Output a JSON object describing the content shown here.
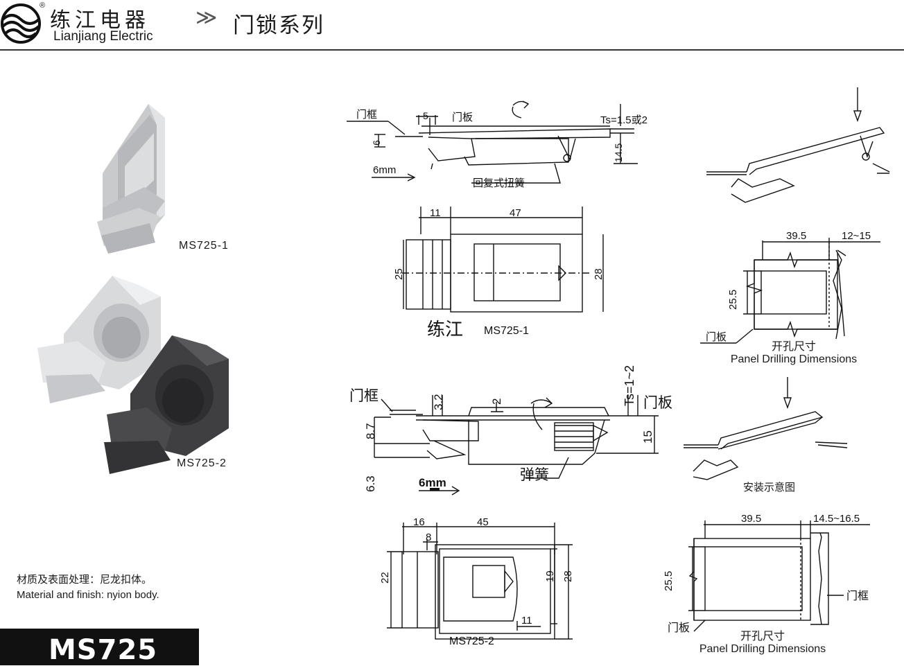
{
  "header": {
    "brand_cn": "练江电器",
    "brand_en": "Lianjiang Electric",
    "registered_mark": "®",
    "breadcrumb_arrow": "≫",
    "series_title": "门锁系列"
  },
  "products": {
    "ms725_1_caption": "MS725-1",
    "ms725_2_caption": "MS725-2"
  },
  "material": {
    "cn": "材质及表面处理：尼龙扣体。",
    "en": "Material and finish: nyion body."
  },
  "model_tab": "MS725",
  "colors": {
    "light_part": "#d6d7d9",
    "dark_part": "#3b3b3d",
    "ink": "#1a1a1a"
  },
  "drawing1_side": {
    "door_frame": "门框",
    "door_panel": "门板",
    "dim_5": "5",
    "dim_6": "6",
    "dim_14_5": "14.5",
    "thickness": "Ts=1.5或2",
    "travel": "6mm",
    "spring": "回复式扭簧"
  },
  "drawing1_top": {
    "dim_11": "11",
    "dim_47": "47",
    "dim_25": "25",
    "dim_28": "28",
    "watermark": "练江",
    "model": "MS725-1"
  },
  "drawing1_panel": {
    "dim_39_5": "39.5",
    "dim_12_15": "12~15",
    "dim_25_5": "25.5",
    "door_panel": "门板",
    "caption_cn": "开孔尺寸",
    "caption_en": "Panel Drilling Dimensions"
  },
  "drawing2_side": {
    "door_frame": "门框",
    "door_panel": "门板",
    "dim_3_2": "3.2",
    "dim_2": "2",
    "thickness": "Ts=1~2",
    "dim_8_7": "8.7",
    "dim_15": "15",
    "dim_6_3": "6.3",
    "travel": "6mm",
    "spring": "弹簧"
  },
  "install": {
    "caption": "安装示意图"
  },
  "drawing2_top": {
    "dim_16": "16",
    "dim_45": "45",
    "dim_8": "8",
    "dim_22": "22",
    "dim_19": "19",
    "dim_28": "28",
    "dim_11": "11",
    "model": "MS725-2"
  },
  "drawing2_panel": {
    "dim_39_5": "39.5",
    "dim_14_5_16_5": "14.5~16.5",
    "dim_25_5": "25.5",
    "door_frame": "门框",
    "door_panel": "门板",
    "caption_cn": "开孔尺寸",
    "caption_en": "Panel Drilling Dimensions"
  }
}
